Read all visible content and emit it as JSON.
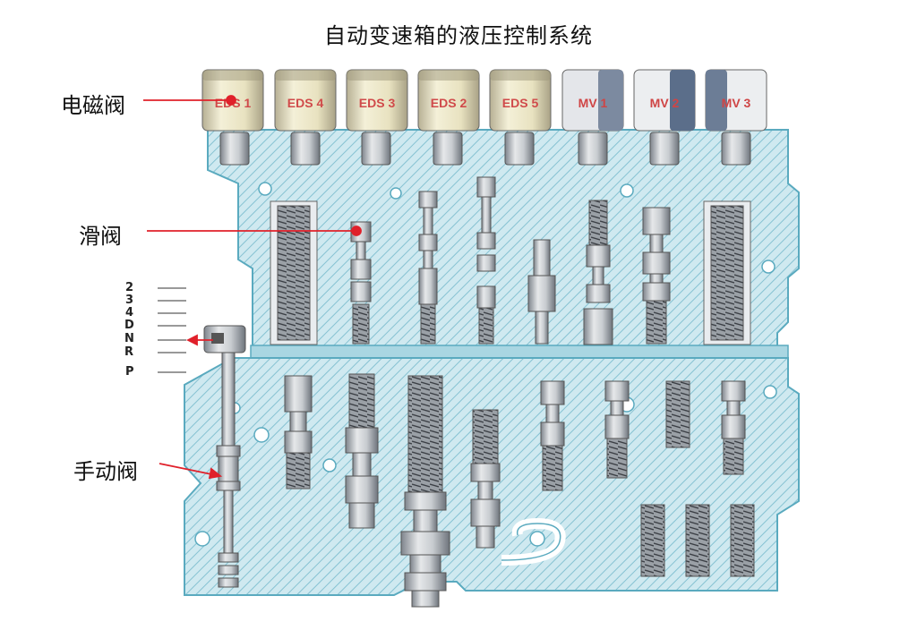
{
  "title": "自动变速箱的液压控制系统",
  "labels": {
    "solenoid": "电磁阀",
    "slide": "滑阀",
    "manual": "手动阀"
  },
  "solenoids": [
    "EDS 1",
    "EDS 4",
    "EDS 3",
    "EDS 2",
    "EDS 5",
    "MV 1",
    "MV 2",
    "MV 3"
  ],
  "gears": [
    "2",
    "3",
    "4",
    "D",
    "N",
    "R",
    "P"
  ],
  "colors": {
    "body": "#c9e6ee",
    "outline": "#5aaabf",
    "hatch": "#7fbccc",
    "metal": "#b8bcc2",
    "pointer": "#e0202a",
    "mv_dark": "#6a7f9a"
  }
}
